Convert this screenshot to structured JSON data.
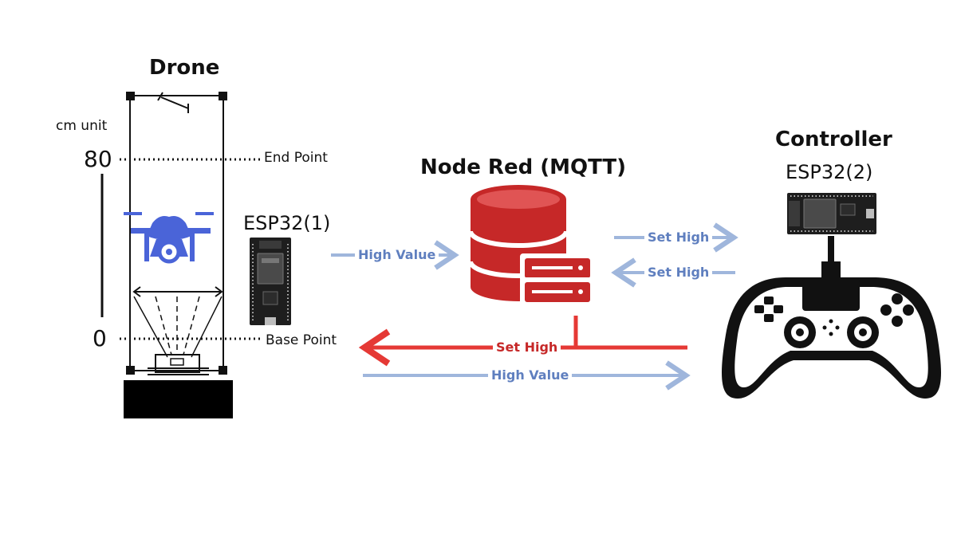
{
  "drone": {
    "title": "Drone",
    "unit_label": "cm unit",
    "scale_top": "80",
    "scale_bottom": "0",
    "end_point_label": "End Point",
    "base_point_label": "Base Point",
    "board_label": "ESP32(1)"
  },
  "broker": {
    "title": "Node Red (MQTT)"
  },
  "controller": {
    "title": "Controller",
    "board_label": "ESP32(2)"
  },
  "flows": {
    "drone_to_broker": "High Value",
    "broker_to_controller": "Set High",
    "controller_to_broker": "Set High",
    "broker_to_drone": "Set High",
    "drone_to_controller": "High Value"
  },
  "colors": {
    "drone_blue": "#4a64d8",
    "flow_blue": "#9fb6dc",
    "flow_red": "#e53935",
    "database_red": "#c62828",
    "board_dark": "#1e1e1e"
  },
  "icons": [
    "drone-icon",
    "database-icon",
    "esp32-board-icon",
    "gamepad-icon"
  ]
}
